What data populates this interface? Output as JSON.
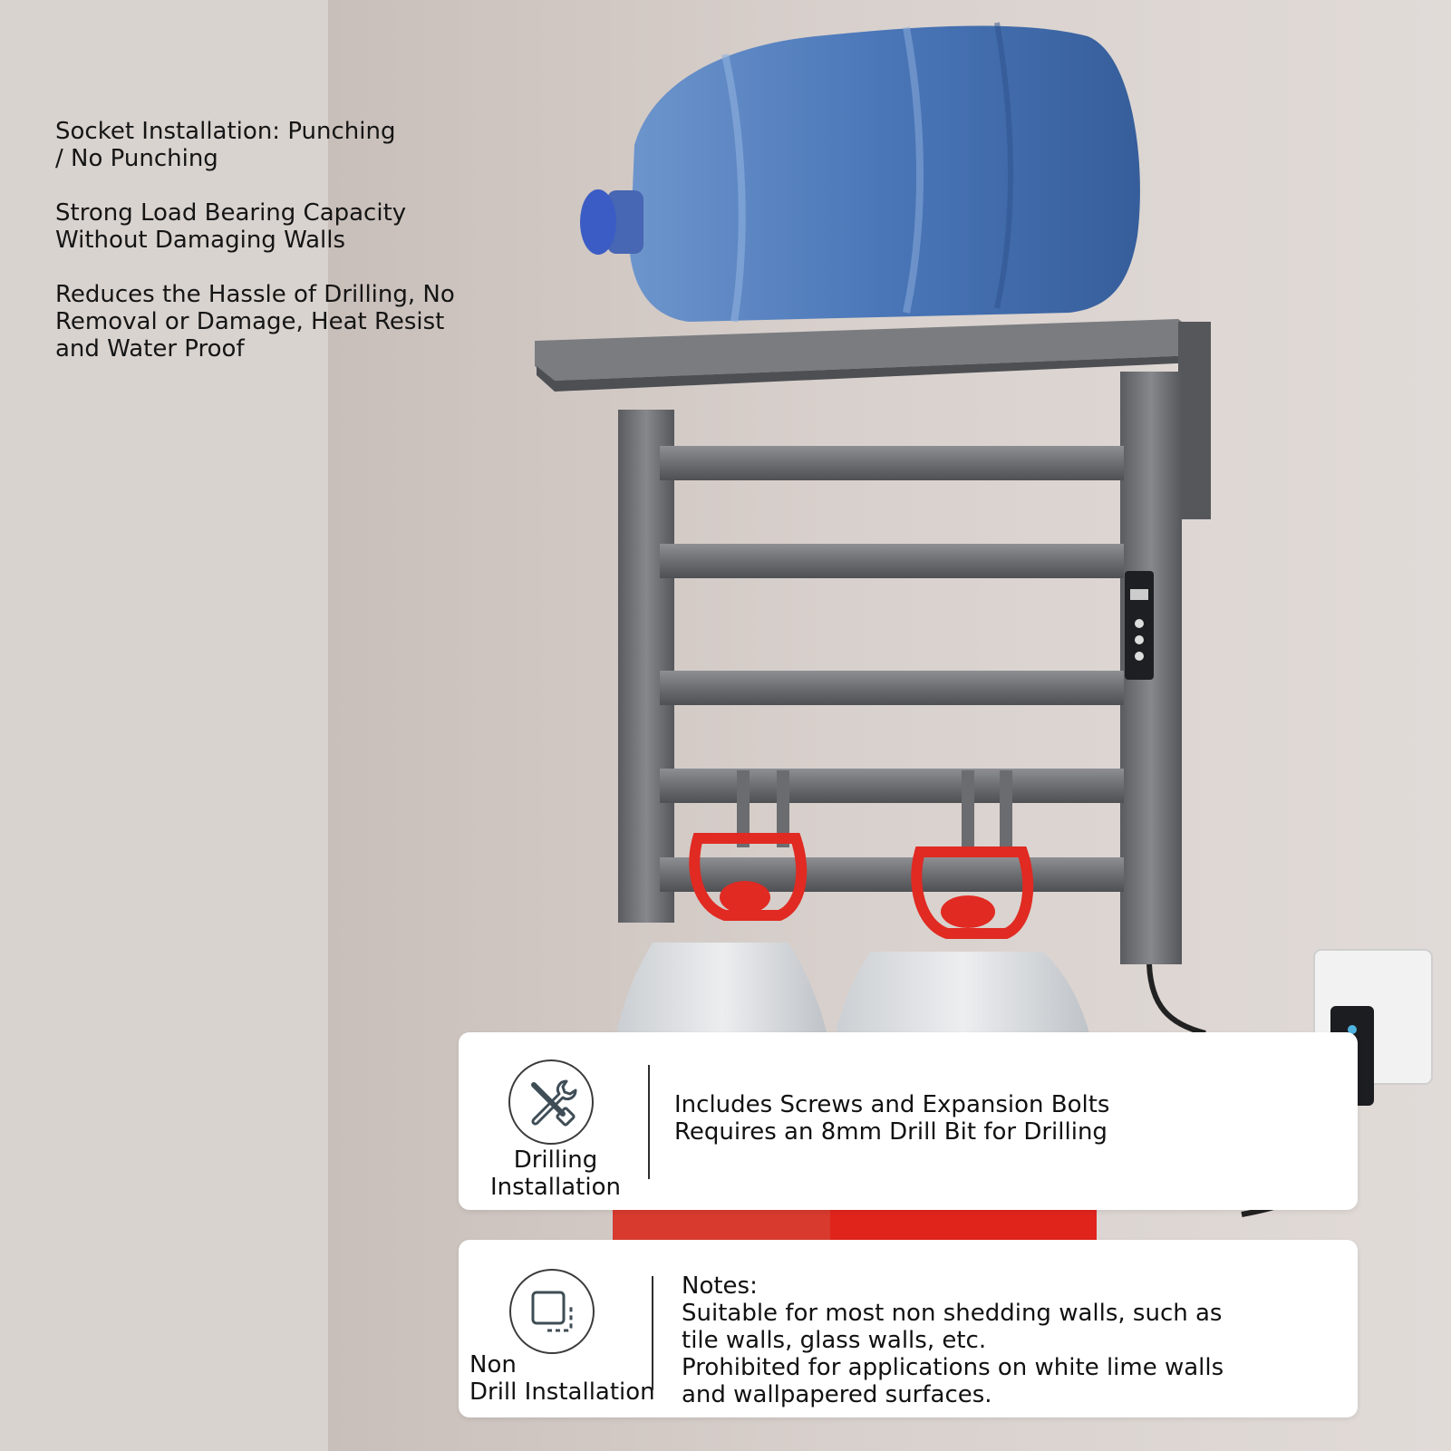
{
  "features": [
    "Socket Installation: Punching\n/ No Punching",
    "Strong Load Bearing Capacity\nWithout Damaging Walls",
    "Reduces the Hassle of Drilling, No\nRemoval or Damage, Heat Resist\nand Water Proof"
  ],
  "drilling": {
    "icon": "tools-icon",
    "label": "Drilling\nInstallation",
    "lines": [
      "Includes Screws and Expansion Bolts",
      "Requires an 8mm Drill Bit for Drilling"
    ]
  },
  "non_drill": {
    "icon": "adhesive-square-icon",
    "label": "Non\nDrill Installation",
    "lines": [
      "Notes:",
      "Suitable for most non shedding walls, such as",
      "tile walls, glass walls, etc.",
      "Prohibited for applications on white lime walls",
      "and wallpapered surfaces."
    ]
  },
  "colors": {
    "background_left": "#d9d3cf",
    "wall": "#d4cbc6",
    "rack": "#6f7175",
    "bottle_blue": "#5a86c7",
    "cap_red": "#e02a22"
  }
}
